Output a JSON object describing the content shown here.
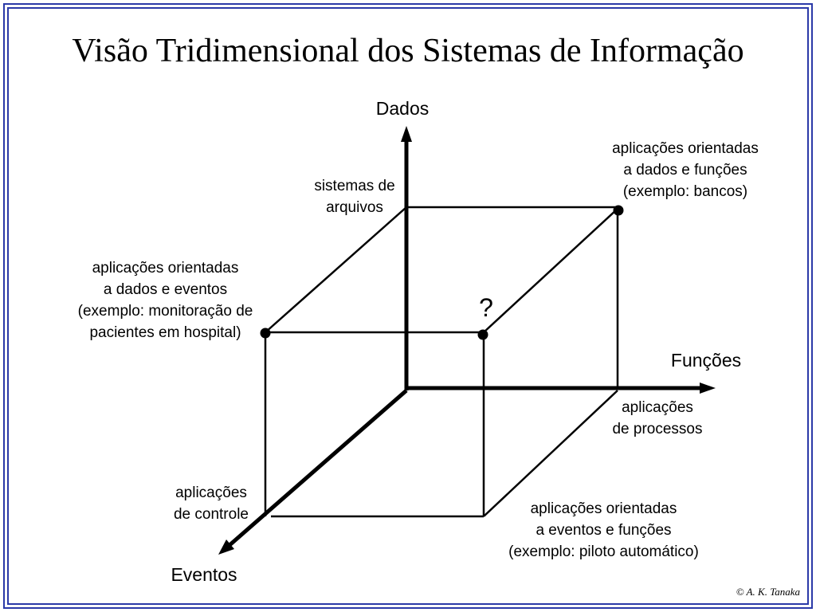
{
  "slide": {
    "title": "Visão Tridimensional dos Sistemas de Informação",
    "copyright": "© A. K. Tanaka",
    "border_color": "#2b3aa8"
  },
  "axes": {
    "dados": "Dados",
    "funcoes": "Funções",
    "eventos": "Eventos"
  },
  "labels": {
    "sistemas_arquivos": [
      "sistemas de",
      "arquivos"
    ],
    "dados_funcoes": [
      "aplicações orientadas",
      "a dados e funções",
      "(exemplo: bancos)"
    ],
    "dados_eventos": [
      "aplicações orientadas",
      "a dados e eventos",
      "(exemplo: monitoração de",
      "pacientes em hospital)"
    ],
    "processos": [
      "aplicações",
      "de processos"
    ],
    "controle": [
      "aplicações",
      "de controle"
    ],
    "eventos_funcoes": [
      "aplicações orientadas",
      "a eventos e funções",
      "(exemplo: piloto automático)"
    ],
    "question": "?"
  }
}
